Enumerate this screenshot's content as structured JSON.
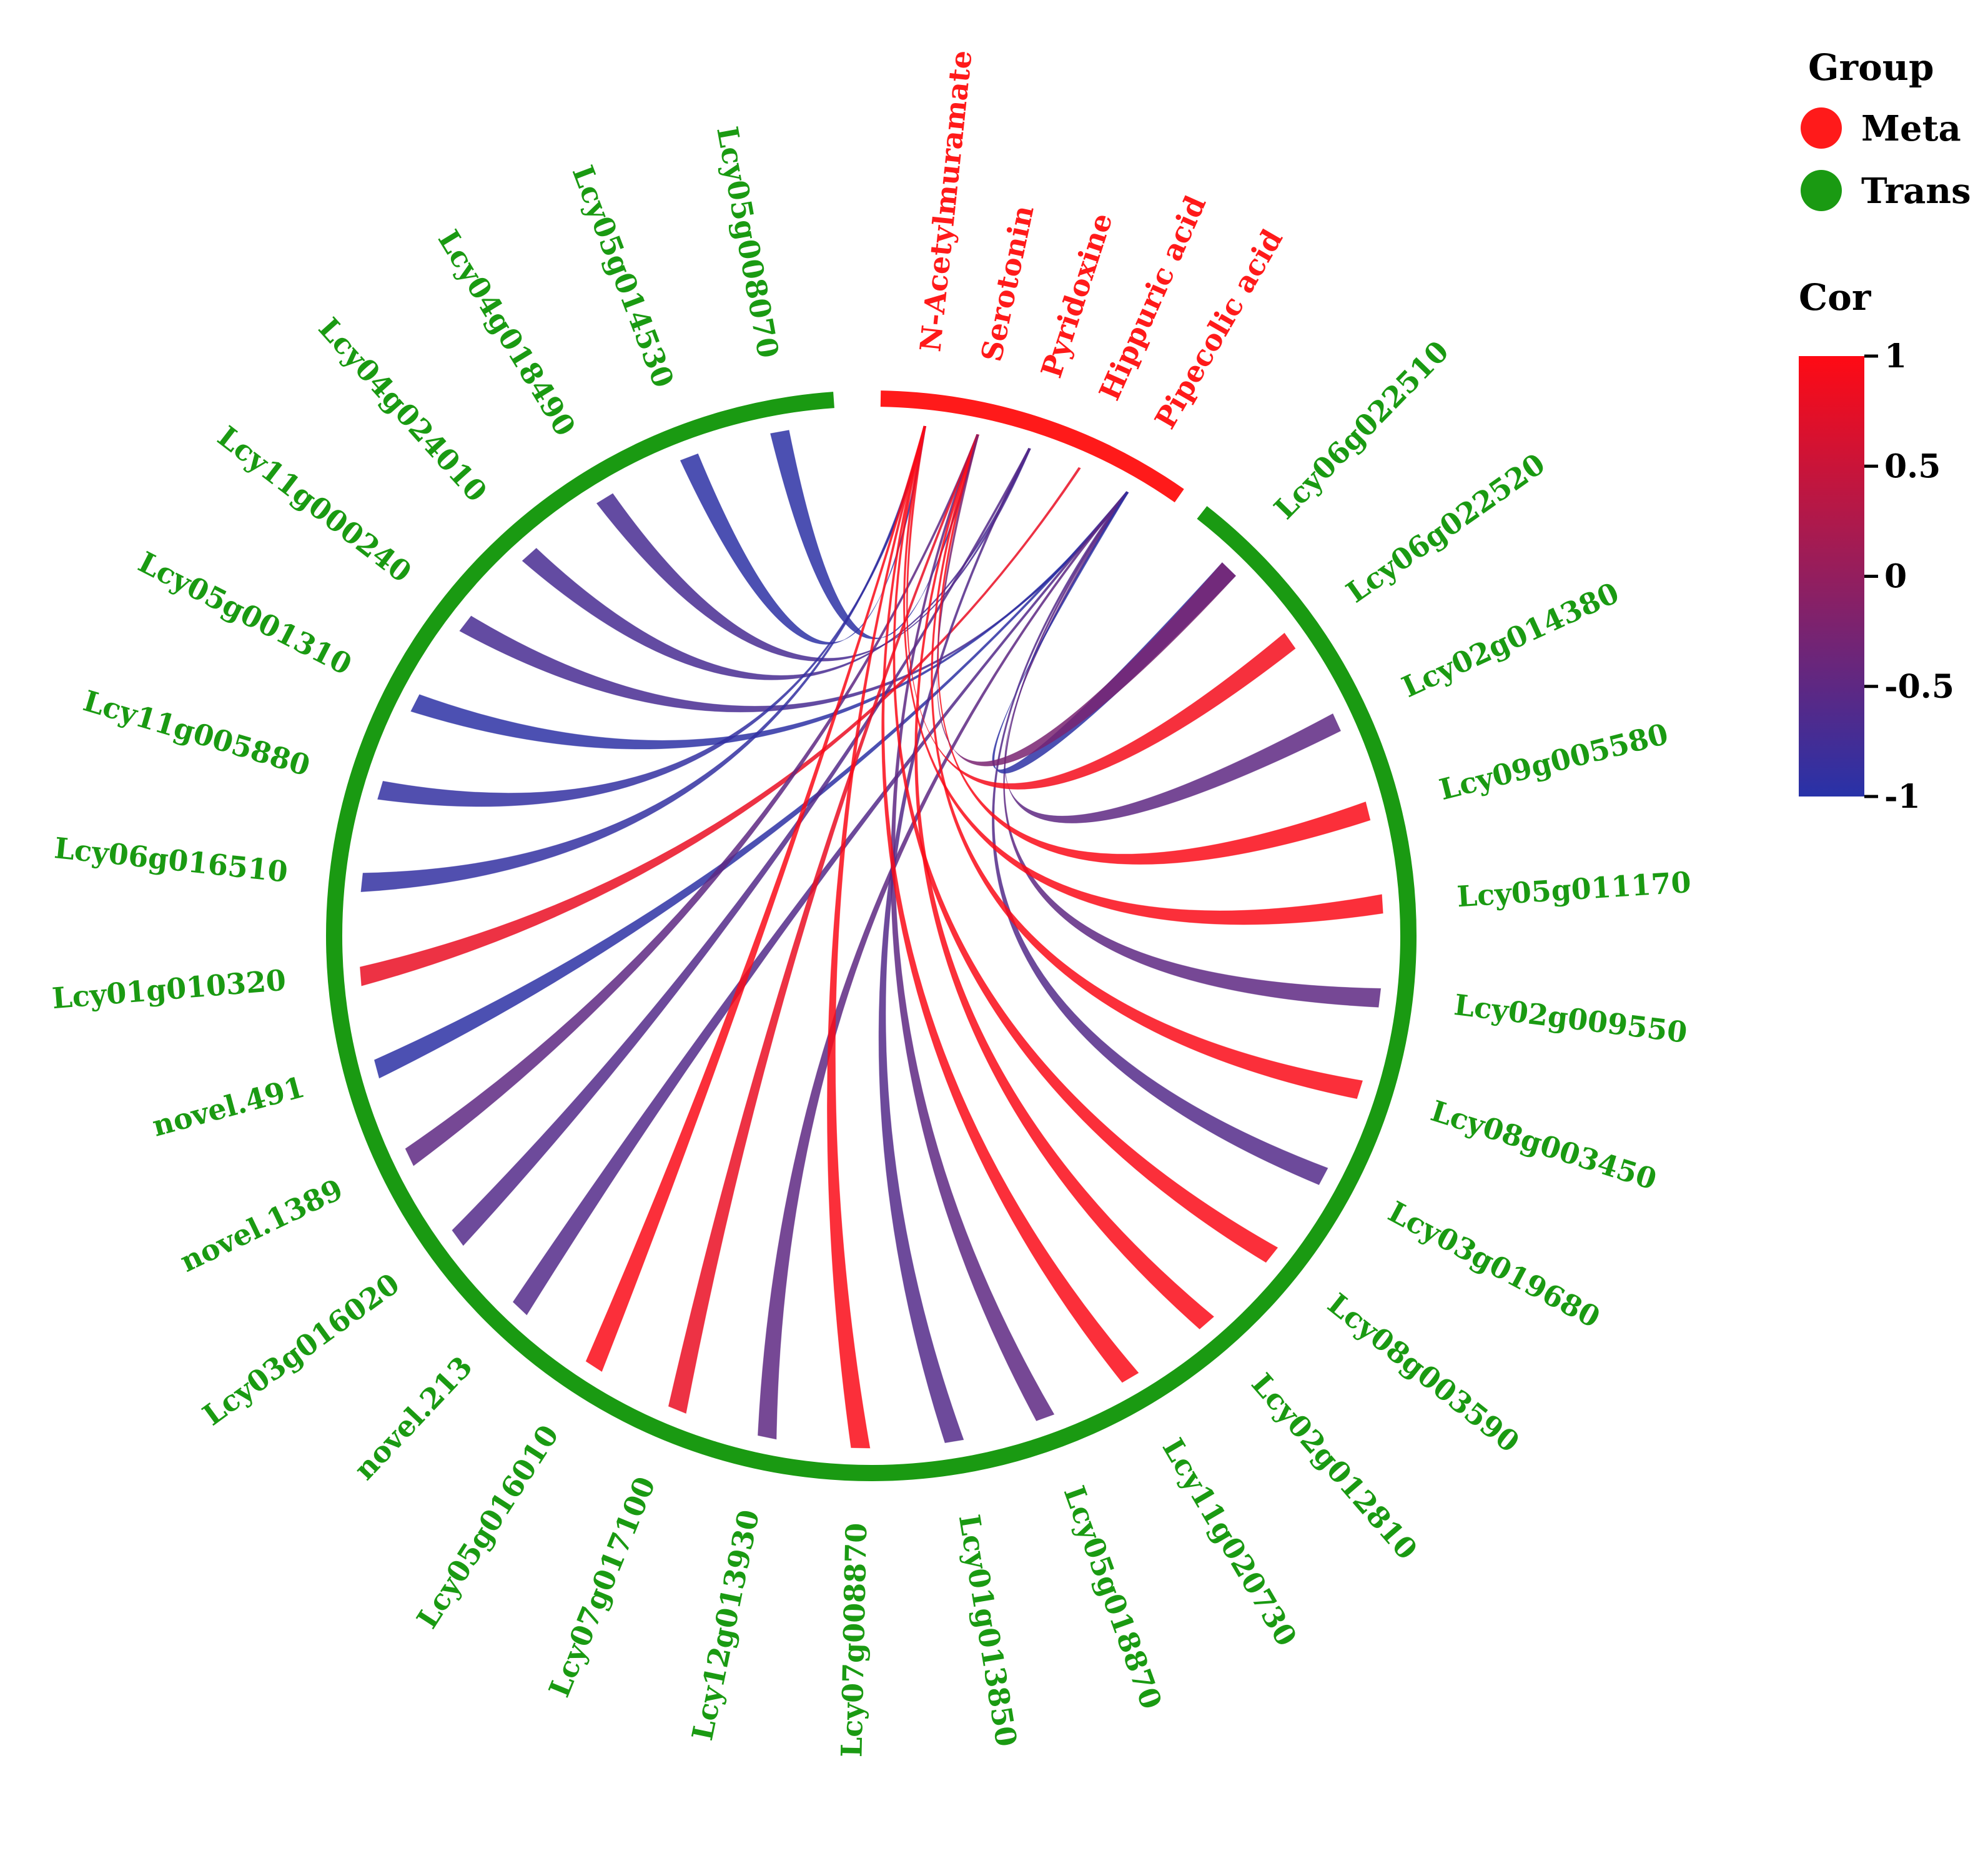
{
  "chart_data": {
    "type": "chord",
    "groups": [
      {
        "name": "Meta",
        "color": "#ff1a1a"
      },
      {
        "name": "Trans",
        "color": "#1a9a12"
      }
    ],
    "nodes": [
      {
        "label": "Lcy06g022510",
        "group": "Trans",
        "ends": [
          -0.25,
          -0.95
        ]
      },
      {
        "label": "Lcy06g022520",
        "group": "Trans",
        "ends": [
          0.9
        ]
      },
      {
        "label": "Lcy02g014380",
        "group": "Trans",
        "ends": [
          -0.5
        ]
      },
      {
        "label": "Lcy09g005580",
        "group": "Trans",
        "ends": [
          0.95
        ]
      },
      {
        "label": "Lcy05g011170",
        "group": "Trans",
        "ends": [
          0.95
        ]
      },
      {
        "label": "Lcy02g009550",
        "group": "Trans",
        "ends": [
          -0.5
        ]
      },
      {
        "label": "Lcy08g003450",
        "group": "Trans",
        "ends": [
          0.95
        ]
      },
      {
        "label": "Lcy03g019680",
        "group": "Trans",
        "ends": [
          -0.6
        ]
      },
      {
        "label": "Lcy08g003590",
        "group": "Trans",
        "ends": [
          0.95
        ]
      },
      {
        "label": "Lcy02g012810",
        "group": "Trans",
        "ends": [
          0.95
        ]
      },
      {
        "label": "Lcy11g020730",
        "group": "Trans",
        "ends": [
          0.95
        ]
      },
      {
        "label": "Lcy05g018870",
        "group": "Trans",
        "ends": [
          -0.5
        ]
      },
      {
        "label": "Lcy01g013850",
        "group": "Trans",
        "ends": [
          -0.6
        ]
      },
      {
        "label": "Lcy07g008870",
        "group": "Trans",
        "ends": [
          0.95
        ]
      },
      {
        "label": "Lcy12g013930",
        "group": "Trans",
        "ends": [
          -0.5
        ]
      },
      {
        "label": "Lcy07g017100",
        "group": "Trans",
        "ends": [
          0.8
        ]
      },
      {
        "label": "Lcy05g016010",
        "group": "Trans",
        "ends": [
          0.95
        ]
      },
      {
        "label": "novel.213",
        "group": "Trans",
        "ends": [
          -0.6
        ]
      },
      {
        "label": "Lcy03g016020",
        "group": "Trans",
        "ends": [
          -0.6
        ]
      },
      {
        "label": "novel.1389",
        "group": "Trans",
        "ends": [
          -0.5
        ]
      },
      {
        "label": "novel.491",
        "group": "Trans",
        "ends": [
          -0.95
        ]
      },
      {
        "label": "Lcy01g010320",
        "group": "Trans",
        "ends": [
          0.8
        ]
      },
      {
        "label": "Lcy06g016510",
        "group": "Trans",
        "ends": [
          -0.9
        ]
      },
      {
        "label": "Lcy11g005880",
        "group": "Trans",
        "ends": [
          -0.9
        ]
      },
      {
        "label": "Lcy05g001310",
        "group": "Trans",
        "ends": [
          -0.95
        ]
      },
      {
        "label": "Lcy11g000240",
        "group": "Trans",
        "ends": [
          -0.7
        ]
      },
      {
        "label": "Lcy04g024010",
        "group": "Trans",
        "ends": [
          -0.7
        ]
      },
      {
        "label": "Lcy04g018490",
        "group": "Trans",
        "ends": [
          -0.7
        ]
      },
      {
        "label": "Lcy05g014530",
        "group": "Trans",
        "ends": [
          -0.95
        ]
      },
      {
        "label": "Lcy05g008070",
        "group": "Trans",
        "ends": [
          -0.95
        ]
      },
      {
        "label": "N-Acetylmuramate",
        "group": "Meta",
        "ends": [
          -0.95
        ]
      },
      {
        "label": "Serotonin",
        "group": "Meta",
        "ends": [
          -0.95
        ]
      },
      {
        "label": "Pyridoxine",
        "group": "Meta",
        "ends": [
          -0.95
        ]
      },
      {
        "label": "Hippuric acid",
        "group": "Meta",
        "ends": [
          0.9
        ]
      },
      {
        "label": "Pipecolic acid",
        "group": "Meta",
        "ends": [
          -0.95
        ]
      }
    ],
    "links": [
      {
        "source": "Lcy05g008070",
        "target": "Serotonin",
        "cor": -0.95
      },
      {
        "source": "Lcy05g014530",
        "target": "N-Acetylmuramate",
        "cor": -0.95
      },
      {
        "source": "Lcy04g018490",
        "target": "Pyridoxine",
        "cor": -0.7
      },
      {
        "source": "Lcy04g024010",
        "target": "Pyridoxine",
        "cor": -0.7
      },
      {
        "source": "Lcy11g000240",
        "target": "Pipecolic acid",
        "cor": -0.7
      },
      {
        "source": "Lcy05g001310",
        "target": "Pipecolic acid",
        "cor": -0.95
      },
      {
        "source": "Lcy11g005880",
        "target": "N-Acetylmuramate",
        "cor": -0.9
      },
      {
        "source": "Lcy06g016510",
        "target": "N-Acetylmuramate",
        "cor": -0.9
      },
      {
        "source": "Lcy01g010320",
        "target": "Hippuric acid",
        "cor": 0.8
      },
      {
        "source": "novel.491",
        "target": "Pipecolic acid",
        "cor": -0.95
      },
      {
        "source": "novel.1389",
        "target": "Serotonin",
        "cor": -0.5
      },
      {
        "source": "Lcy03g016020",
        "target": "Pyridoxine",
        "cor": -0.6
      },
      {
        "source": "novel.213",
        "target": "Pipecolic acid",
        "cor": -0.6
      },
      {
        "source": "Lcy05g016010",
        "target": "N-Acetylmuramate",
        "cor": 0.95
      },
      {
        "source": "Lcy07g017100",
        "target": "Serotonin",
        "cor": 0.8
      },
      {
        "source": "Lcy12g013930",
        "target": "Pipecolic acid",
        "cor": -0.5
      },
      {
        "source": "Lcy07g008870",
        "target": "N-Acetylmuramate",
        "cor": 0.95
      },
      {
        "source": "Lcy01g013850",
        "target": "Pyridoxine",
        "cor": -0.6
      },
      {
        "source": "Lcy05g018870",
        "target": "Serotonin",
        "cor": -0.5
      },
      {
        "source": "Lcy11g020730",
        "target": "N-Acetylmuramate",
        "cor": 0.95
      },
      {
        "source": "Lcy02g012810",
        "target": "Serotonin",
        "cor": 0.95
      },
      {
        "source": "Lcy08g003590",
        "target": "N-Acetylmuramate",
        "cor": 0.95
      },
      {
        "source": "Lcy03g019680",
        "target": "Pipecolic acid",
        "cor": -0.6
      },
      {
        "source": "Lcy08g003450",
        "target": "Serotonin",
        "cor": 0.95
      },
      {
        "source": "Lcy02g009550",
        "target": "Pipecolic acid",
        "cor": -0.5
      },
      {
        "source": "Lcy05g011170",
        "target": "N-Acetylmuramate",
        "cor": 0.95
      },
      {
        "source": "Lcy09g005580",
        "target": "Serotonin",
        "cor": 0.95
      },
      {
        "source": "Lcy02g014380",
        "target": "Pipecolic acid",
        "cor": -0.5
      },
      {
        "source": "Lcy06g022520",
        "target": "N-Acetylmuramate",
        "cor": 0.9
      },
      {
        "source": "Lcy06g022510",
        "target": "Pipecolic acid",
        "cor": -0.95
      },
      {
        "source": "Lcy06g022510",
        "target": "Serotonin",
        "cor": -0.25
      }
    ],
    "legend": {
      "group_title": "Group",
      "color_title": "Cor",
      "scale": {
        "min": -1,
        "max": 1,
        "colors": [
          "#2832a8",
          "#ff0a14"
        ]
      },
      "ticks": [
        "1",
        "0.5",
        "0",
        "-0.5",
        "-1"
      ],
      "tick_values": [
        1,
        0.5,
        0,
        -0.5,
        -1
      ],
      "placement": "right"
    }
  }
}
